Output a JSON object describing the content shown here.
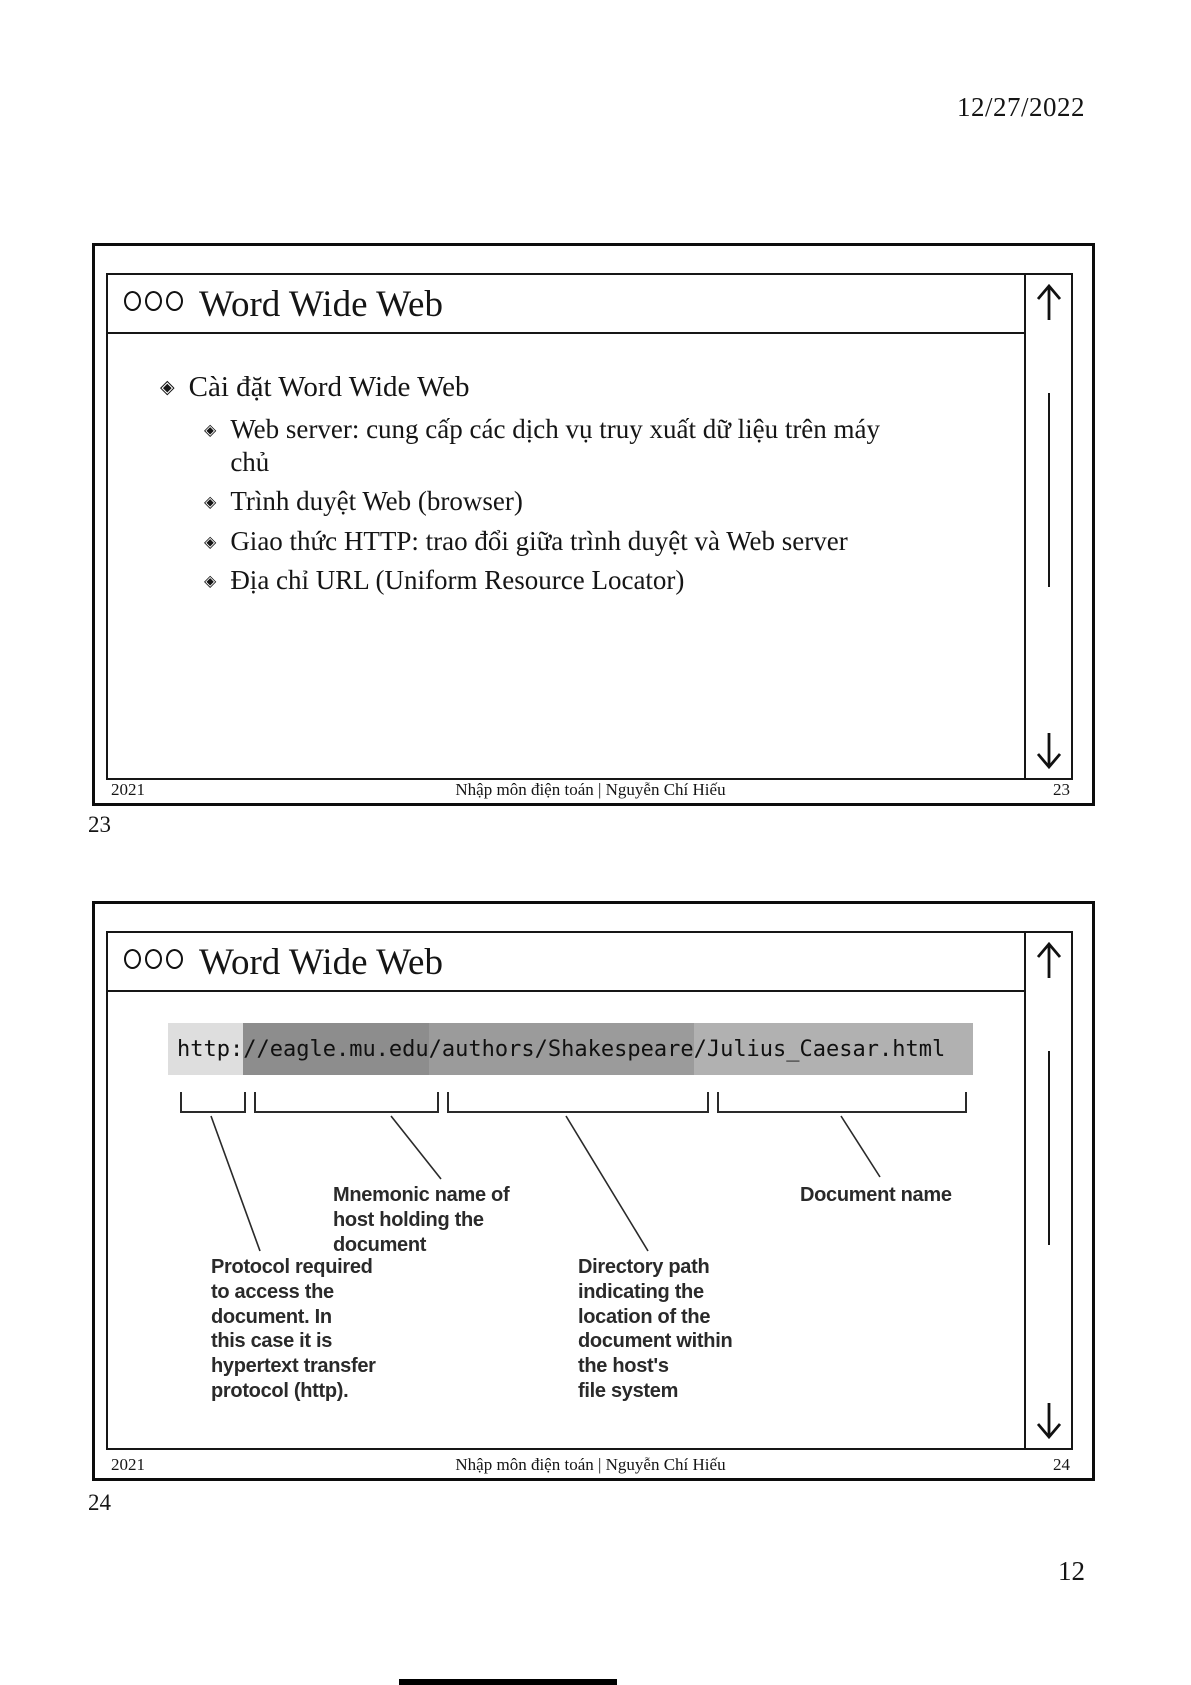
{
  "page": {
    "date": "12/27/2022",
    "number": "12"
  },
  "slide1": {
    "label": "23",
    "title": "Word Wide Web",
    "bullet_glyph": "◈",
    "main_bullet": "Cài đặt Word Wide Web",
    "sub_bullets": [
      "Web server: cung cấp các dịch vụ truy xuất dữ liệu trên máy\nchủ",
      "Trình duyệt Web (browser)",
      "Giao thức HTTP: trao đổi giữa trình duyệt và Web server",
      "Địa chỉ URL (Uniform Resource Locator)"
    ],
    "footer": {
      "year": "2021",
      "center": "Nhập môn điện toán | Nguyễn Chí Hiếu",
      "page": "23"
    }
  },
  "slide2": {
    "label": "24",
    "title": "Word Wide Web",
    "url_segments": [
      {
        "text": "http:",
        "bg": "#dedede"
      },
      {
        "text": "//eagle.mu.edu",
        "bg": "#8d8d8d"
      },
      {
        "text": "/authors/Shakespeare",
        "bg": "#9b9b9b"
      },
      {
        "text": "/Julius_Caesar.html",
        "bg": "#b1b1b1"
      }
    ],
    "callouts": {
      "protocol": "Protocol required\nto access the\ndocument. In\nthis case it is\nhypertext transfer\nprotocol (http).",
      "host": "Mnemonic name of\nhost holding the\ndocument",
      "directory": "Directory path\nindicating the\nlocation of the\ndocument within\nthe host's\nfile system",
      "document": "Document name"
    },
    "footer": {
      "year": "2021",
      "center": "Nhập môn điện toán | Nguyễn Chí Hiếu",
      "page": "24"
    }
  }
}
